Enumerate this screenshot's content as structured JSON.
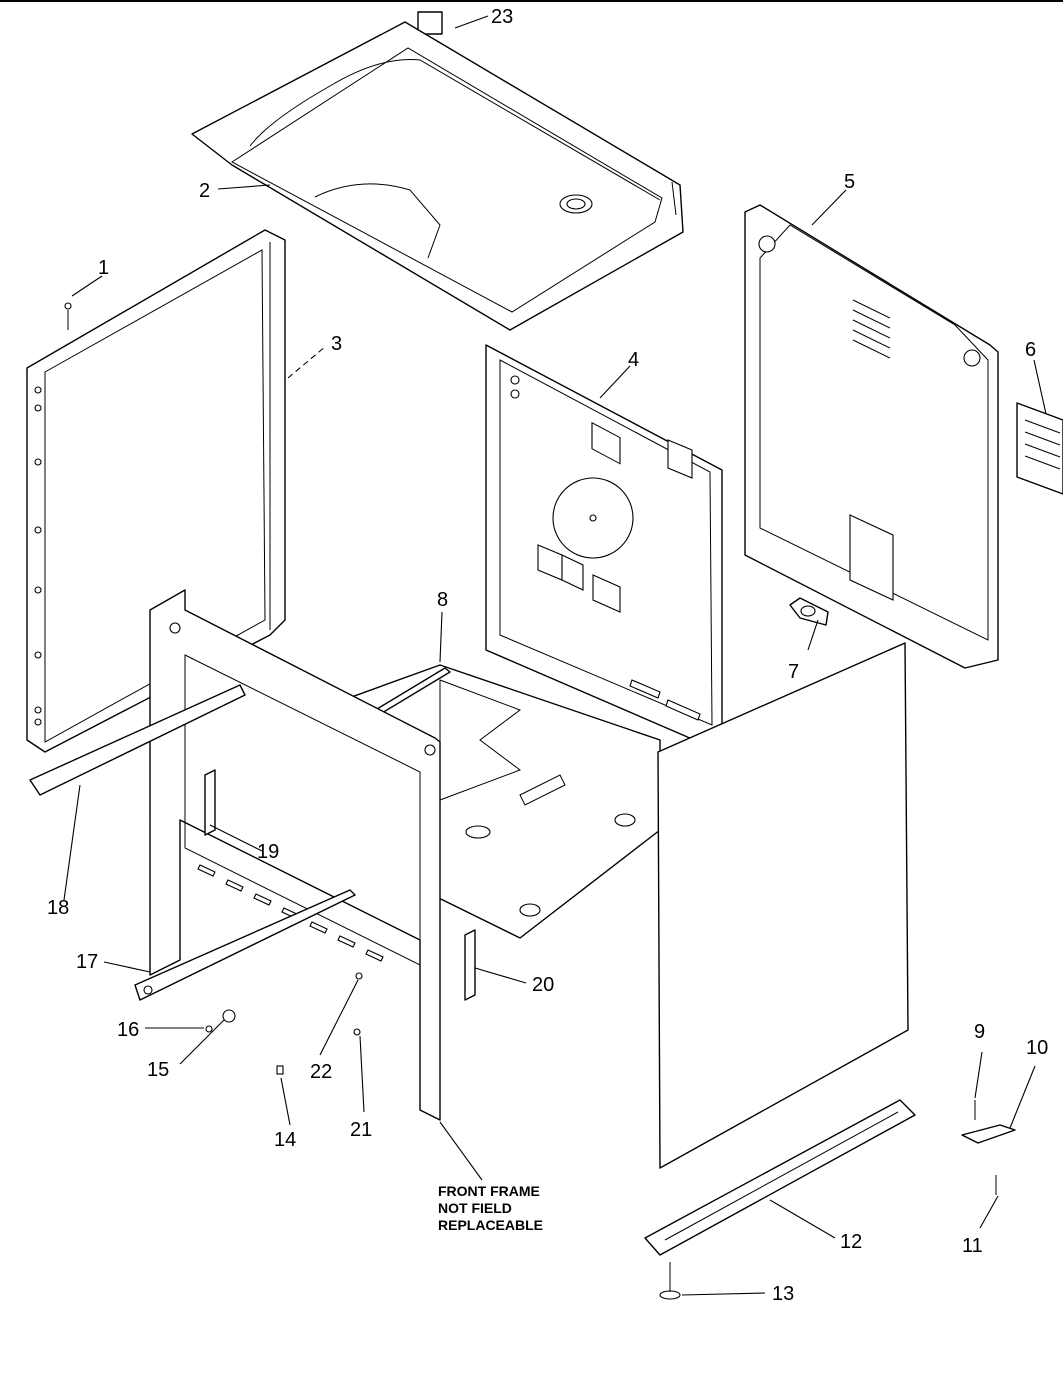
{
  "callouts": [
    {
      "id": "1",
      "label": "1"
    },
    {
      "id": "2",
      "label": "2"
    },
    {
      "id": "3",
      "label": "3"
    },
    {
      "id": "4",
      "label": "4"
    },
    {
      "id": "5",
      "label": "5"
    },
    {
      "id": "6",
      "label": "6"
    },
    {
      "id": "7",
      "label": "7"
    },
    {
      "id": "8",
      "label": "8"
    },
    {
      "id": "9",
      "label": "9"
    },
    {
      "id": "10",
      "label": "10"
    },
    {
      "id": "11",
      "label": "11"
    },
    {
      "id": "12",
      "label": "12"
    },
    {
      "id": "13",
      "label": "13"
    },
    {
      "id": "14",
      "label": "14"
    },
    {
      "id": "15",
      "label": "15"
    },
    {
      "id": "16",
      "label": "16"
    },
    {
      "id": "17",
      "label": "17"
    },
    {
      "id": "18",
      "label": "18"
    },
    {
      "id": "19",
      "label": "19"
    },
    {
      "id": "20",
      "label": "20"
    },
    {
      "id": "21",
      "label": "21"
    },
    {
      "id": "22",
      "label": "22"
    },
    {
      "id": "23",
      "label": "23"
    }
  ],
  "note": {
    "line1": "FRONT FRAME",
    "line2": "NOT FIELD",
    "line3": "REPLACEABLE"
  },
  "colors": {
    "line": "#000000",
    "background": "#ffffff"
  }
}
